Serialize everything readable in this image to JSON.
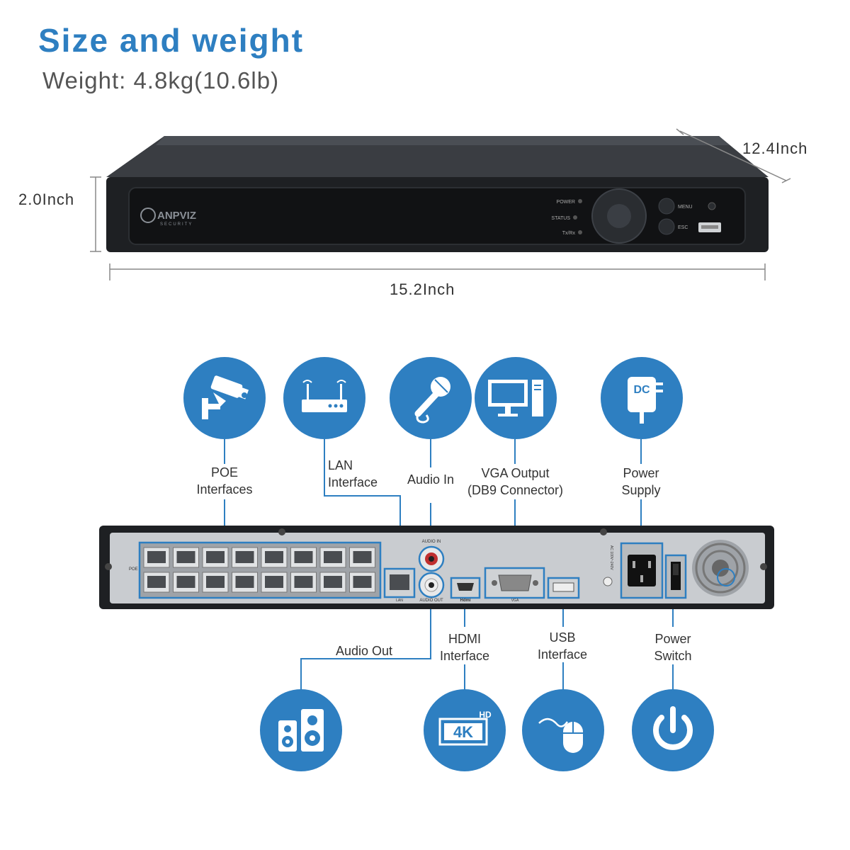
{
  "header": {
    "title": "Size and weight",
    "subtitle": "Weight: 4.8kg(10.6lb)"
  },
  "dimensions": {
    "height": "2.0Inch",
    "depth": "12.4Inch",
    "width": "15.2Inch"
  },
  "front_panel": {
    "brand": "ANPVIZ",
    "brand_sub": "SECURITY",
    "led_power": "POWER",
    "led_status": "STATUS",
    "led_txrx": "Tx/Rx",
    "btn_menu": "MENU",
    "btn_esc": "ESC"
  },
  "rear_panel": {
    "poe": "POE",
    "audio_in": "AUDIO IN",
    "audio_out": "AUDIO OUT",
    "lan": "LAN",
    "hdmi": "Hdmi",
    "vga": "VGA",
    "ac": "AC 100V~240V"
  },
  "features": {
    "poe": {
      "line1": "POE",
      "line2": "Interfaces",
      "icon": "cctv-camera-icon"
    },
    "lan": {
      "line1": "LAN",
      "line2": "Interface",
      "icon": "router-icon"
    },
    "audio_in": {
      "line1": "Audio In",
      "icon": "microphone-icon"
    },
    "vga": {
      "line1": "VGA Output",
      "line2": "(DB9 Connector)",
      "icon": "monitor-icon"
    },
    "power_supply": {
      "line1": "Power",
      "line2": "Supply",
      "icon": "dc-adapter-icon",
      "badge": "DC"
    },
    "audio_out": {
      "line1": "Audio Out",
      "icon": "speaker-icon"
    },
    "hdmi": {
      "line1": "HDMI",
      "line2": "Interface",
      "icon": "4k-hd-icon",
      "badge_main": "4K",
      "badge_hd": "HD"
    },
    "usb": {
      "line1": "USB",
      "line2": "Interface",
      "icon": "mouse-icon"
    },
    "power_switch": {
      "line1": "Power",
      "line2": "Switch",
      "icon": "power-icon"
    }
  },
  "colors": {
    "accent": "#2e7fc1",
    "device": "#1e2023",
    "rear_panel": "#c9ccd0"
  }
}
